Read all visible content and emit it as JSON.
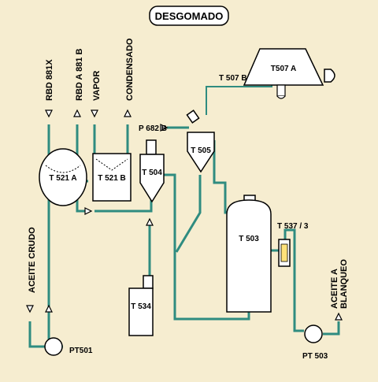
{
  "title": "DESGOMADO",
  "streams": {
    "rbd_881x": "RBD 881X",
    "rbd_a_881b": "RBD A 881 B",
    "vapor": "VAPOR",
    "condensado": "CONDENSADO",
    "aceite_crudo": "ACEITE CRUDO",
    "aceite_blanqueo_line1": "ACEITE A",
    "aceite_blanqueo_line2": "BLANQUEO"
  },
  "equipment": {
    "t521a": "T 521 A",
    "t521b": "T 521 B",
    "t504": "T 504",
    "t505": "T 505",
    "t507a": "T507 A",
    "t507b": "T 507 B",
    "p682b": "P 682 B",
    "t503": "T 503",
    "t537": "T 537 / 3",
    "t534": "T 534",
    "pt501": "PT501",
    "pt503": "PT 503"
  },
  "colors": {
    "background": "#f6edd0",
    "pipe": "#2f8c80",
    "outline": "#000000"
  }
}
